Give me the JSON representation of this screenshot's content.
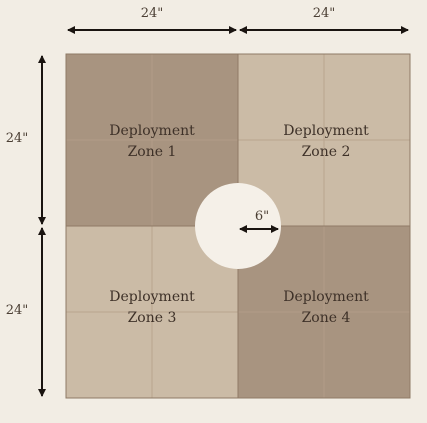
{
  "dimensions": {
    "top_left": "24\"",
    "top_right": "24\"",
    "left_top": "24\"",
    "left_bottom": "24\"",
    "center": "6\""
  },
  "zones": [
    {
      "line1": "Deployment",
      "line2": "Zone 1",
      "color": "#a89480"
    },
    {
      "line1": "Deployment",
      "line2": "Zone 2",
      "color": "#cbbba6"
    },
    {
      "line1": "Deployment",
      "line2": "Zone 3",
      "color": "#cbbba6"
    },
    {
      "line1": "Deployment",
      "line2": "Zone 4",
      "color": "#a89480"
    }
  ],
  "colors": {
    "background": "#f2ede4",
    "arrows": "#1a1410",
    "grid_lines": "#b59f8a",
    "center_circle": "#f5f0e8"
  }
}
